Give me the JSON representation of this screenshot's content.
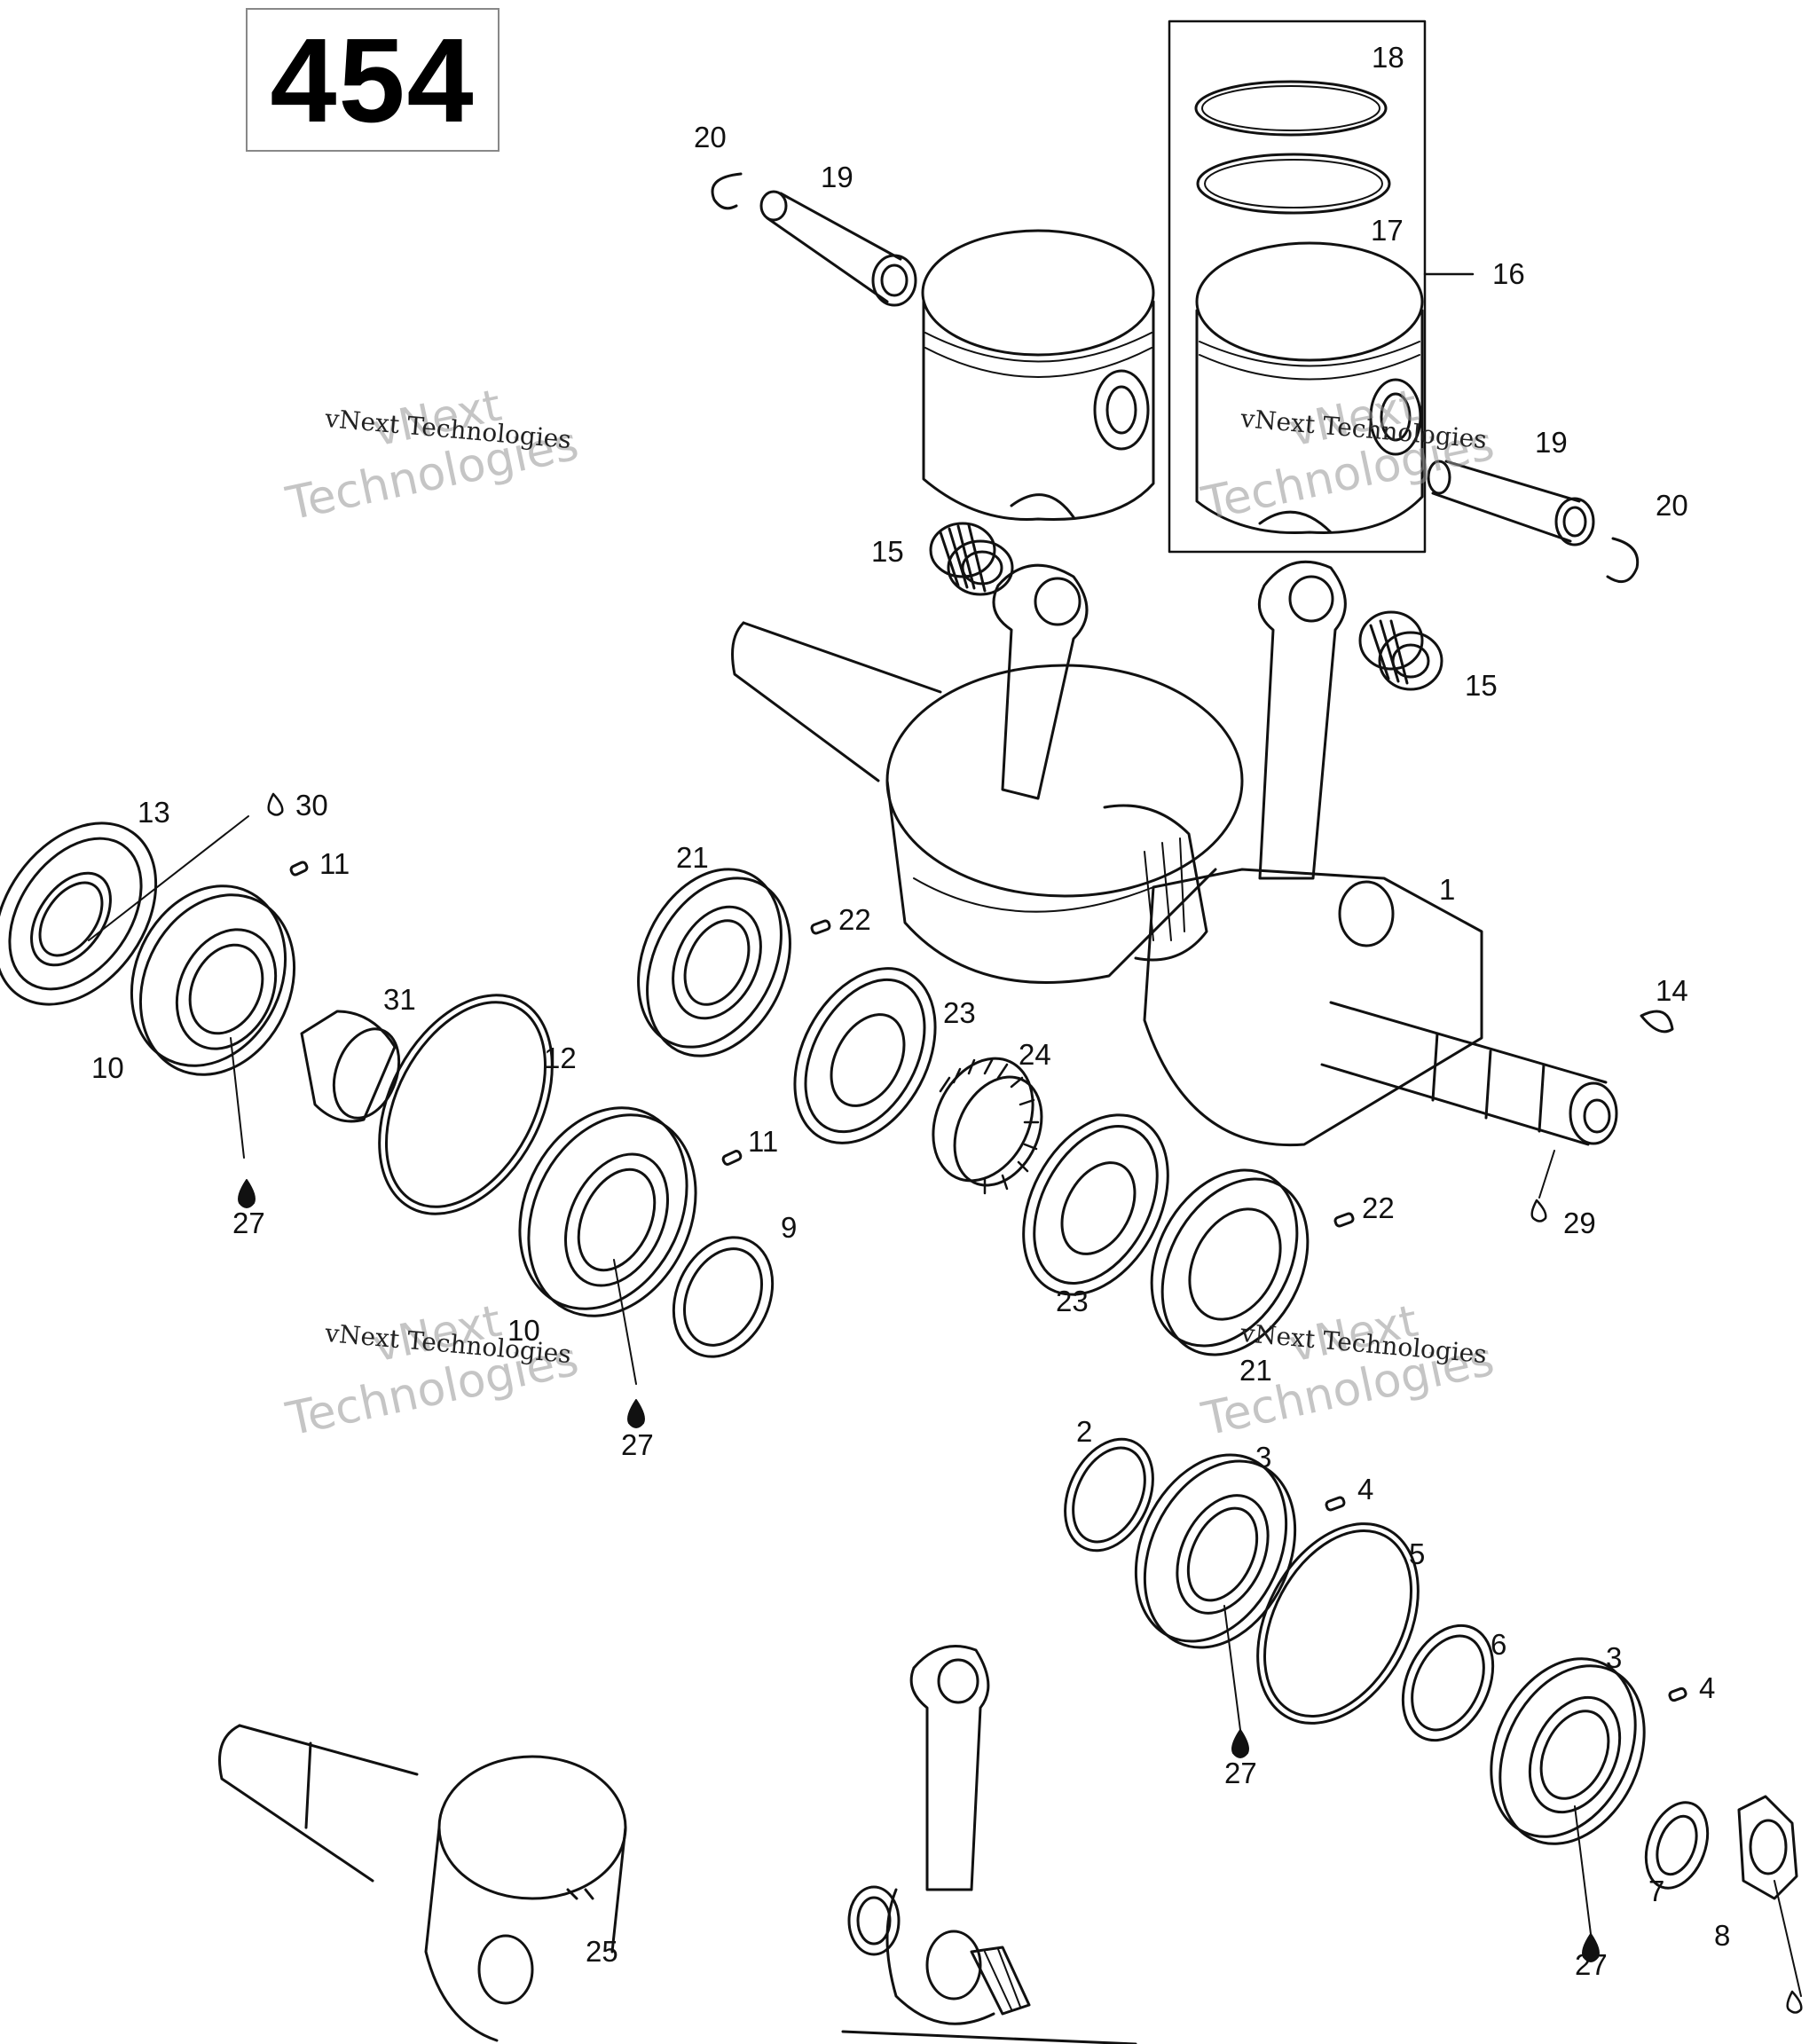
{
  "page_number": "454",
  "watermark": {
    "line1": "vNext",
    "line2": "Technologies",
    "caption": "vNext Technologies"
  },
  "callouts": {
    "c1": "1",
    "c2": "2",
    "c3a": "3",
    "c3b": "3",
    "c4a": "4",
    "c4b": "4",
    "c5": "5",
    "c6": "6",
    "c7": "7",
    "c8": "8",
    "c9": "9",
    "c10a": "10",
    "c10b": "10",
    "c11a": "11",
    "c11b": "11",
    "c12": "12",
    "c13": "13",
    "c14": "14",
    "c15a": "15",
    "c15b": "15",
    "c16": "16",
    "c17": "17",
    "c18": "18",
    "c19a": "19",
    "c19b": "19",
    "c20a": "20",
    "c20b": "20",
    "c21a": "21",
    "c21b": "21",
    "c22a": "22",
    "c22b": "22",
    "c23a": "23",
    "c23b": "23",
    "c24": "24",
    "c25": "25",
    "c27a": "27",
    "c27b": "27",
    "c27c": "27",
    "c27d": "27",
    "c29": "29",
    "c30": "30",
    "c31": "31"
  }
}
